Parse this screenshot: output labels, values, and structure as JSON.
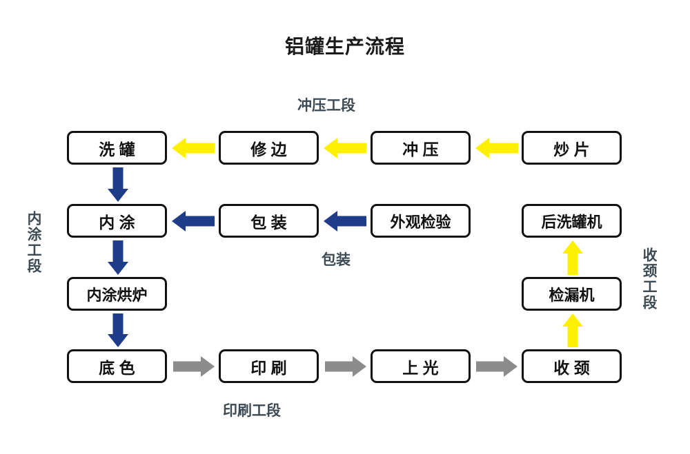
{
  "title": "铝罐生产流程",
  "colors": {
    "yellow": "#FFF000",
    "navy": "#1F3C88",
    "gray": "#8C8C8C",
    "box_border": "#111111",
    "label_text": "#3D4A53",
    "background": "#FFFFFF"
  },
  "section_labels": {
    "stamping": "冲压工段",
    "inner_coating": "内涂工段",
    "printing": "印刷工段",
    "packaging": "包装",
    "necking": "收颈工段"
  },
  "nodes": {
    "wash_can": "洗 罐",
    "trimming": "修 边",
    "stamping": "冲 压",
    "cup_blanking": "炒 片",
    "inner_coating": "内 涂",
    "packaging": "包 装",
    "appearance_inspection": "外观检验",
    "post_washer": "后洗罐机",
    "inner_coating_oven": "内涂烘炉",
    "leak_tester": "检漏机",
    "base_coat": "底 色",
    "printing": "印 刷",
    "varnishing": "上 光",
    "necking": "收 颈"
  },
  "flow": {
    "description": "铝罐生产流程图",
    "steps": [
      "炒 片",
      "冲 压",
      "修 边",
      "洗 罐",
      "内 涂",
      "内涂烘炉",
      "底 色",
      "印 刷",
      "上 光",
      "收 颈",
      "检漏机",
      "后洗罐机",
      "外观检验",
      "包 装"
    ],
    "edges": [
      {
        "from": "炒 片",
        "to": "冲 压",
        "color": "yellow",
        "direction": "left"
      },
      {
        "from": "冲 压",
        "to": "修 边",
        "color": "yellow",
        "direction": "left"
      },
      {
        "from": "修 边",
        "to": "洗 罐",
        "color": "yellow",
        "direction": "left"
      },
      {
        "from": "洗 罐",
        "to": "内 涂",
        "color": "navy",
        "direction": "down"
      },
      {
        "from": "内 涂",
        "to": "内涂烘炉",
        "color": "navy",
        "direction": "down"
      },
      {
        "from": "内涂烘炉",
        "to": "底 色",
        "color": "navy",
        "direction": "down"
      },
      {
        "from": "底 色",
        "to": "印 刷",
        "color": "gray",
        "direction": "right"
      },
      {
        "from": "印 刷",
        "to": "上 光",
        "color": "gray",
        "direction": "right"
      },
      {
        "from": "上 光",
        "to": "收 颈",
        "color": "gray",
        "direction": "right"
      },
      {
        "from": "收 颈",
        "to": "检漏机",
        "color": "yellow",
        "direction": "up"
      },
      {
        "from": "检漏机",
        "to": "后洗罐机",
        "color": "yellow",
        "direction": "up"
      },
      {
        "from": "后洗罐机",
        "to": "外观检验",
        "color": "navy",
        "direction": "left"
      },
      {
        "from": "外观检验",
        "to": "包 装",
        "color": "navy",
        "direction": "left"
      }
    ]
  }
}
